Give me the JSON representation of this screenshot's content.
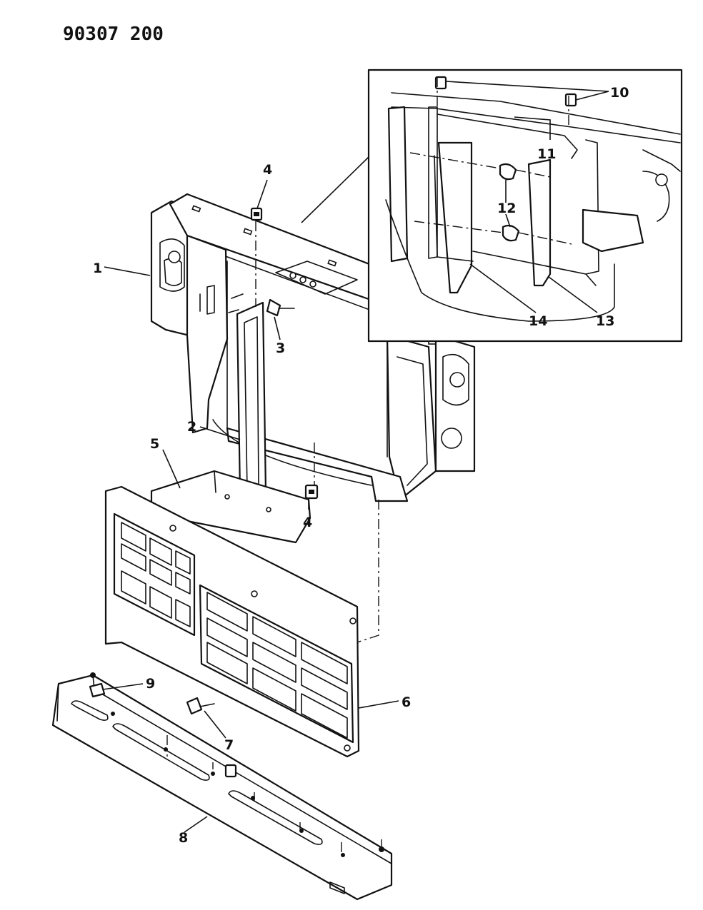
{
  "document_number": "90307 200",
  "colors": {
    "ink": "#111111",
    "paper": "#ffffff"
  },
  "callouts": {
    "c1": "1",
    "c2": "2",
    "c3": "3",
    "c4a": "4",
    "c4b": "4",
    "c5": "5",
    "c6": "6",
    "c7": "7",
    "c8": "8",
    "c9": "9",
    "c10": "10",
    "c11": "11",
    "c12": "12",
    "c13": "13",
    "c14": "14"
  }
}
